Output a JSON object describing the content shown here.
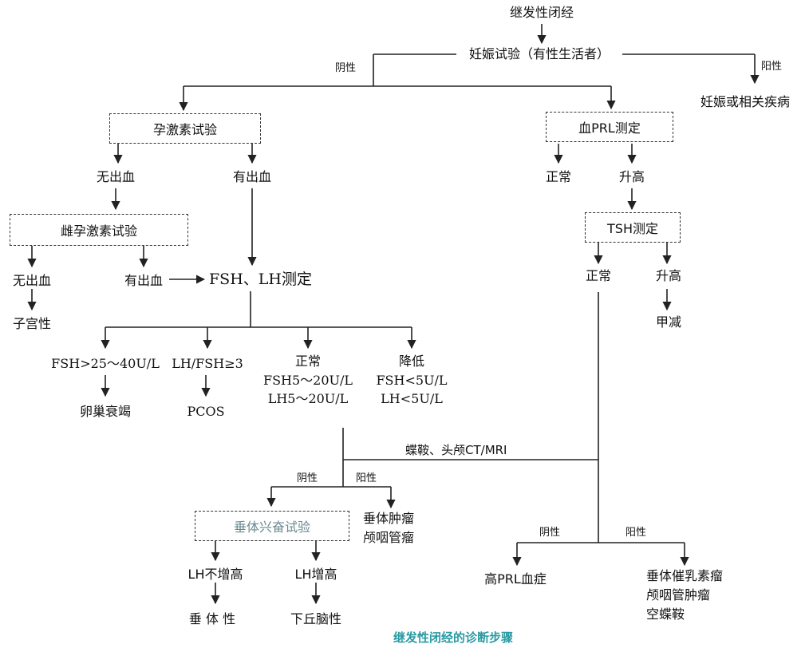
{
  "title": "继发性闭经",
  "pregnancy_test": "妊娠试验（有性生活者）",
  "neg": "阴性",
  "pos": "阳性",
  "pregnancy_result": "妊娠或相关疾病",
  "progesterone_test": "孕激素试验",
  "no_bleeding": "无出血",
  "bleeding": "有出血",
  "estrogen_progesterone_test": "雌孕激素试验",
  "uterine": "子宫性",
  "fsh_lh_test": "FSH、LH测定",
  "fsh_high": "FSH>25～40U/L",
  "ovarian_failure": "卵巢衰竭",
  "lh_fsh_ratio": "LH/FSH≥3",
  "pcos": "PCOS",
  "normal": "正常",
  "normal_fsh": "FSH5～20U/L",
  "normal_lh": "LH5～20U/L",
  "low": "降低",
  "low_fsh": "FSH<5U/L",
  "low_lh": "LH<5U/L",
  "imaging": "蝶鞍、头颅CT/MRI",
  "gnrh_test": "垂体兴奋试验",
  "lh_no_increase": "LH不增高",
  "pituitary": "垂 体 性",
  "lh_increase": "LH增高",
  "hypothalamic": "下丘脑性",
  "pituitary_tumor": "垂体肿瘤",
  "craniopharyngioma": "颅咽管瘤",
  "prl_test": "血PRL测定",
  "elevated": "升高",
  "tsh_test": "TSH测定",
  "hypothyroid": "甲减",
  "hyperprolactinemia": "高PRL血症",
  "prolactinoma": "垂体催乳素瘤",
  "cranio_tumor": "颅咽管肿瘤",
  "empty_sella": "空蝶鞍",
  "caption": "继发性闭经的诊断步骤"
}
